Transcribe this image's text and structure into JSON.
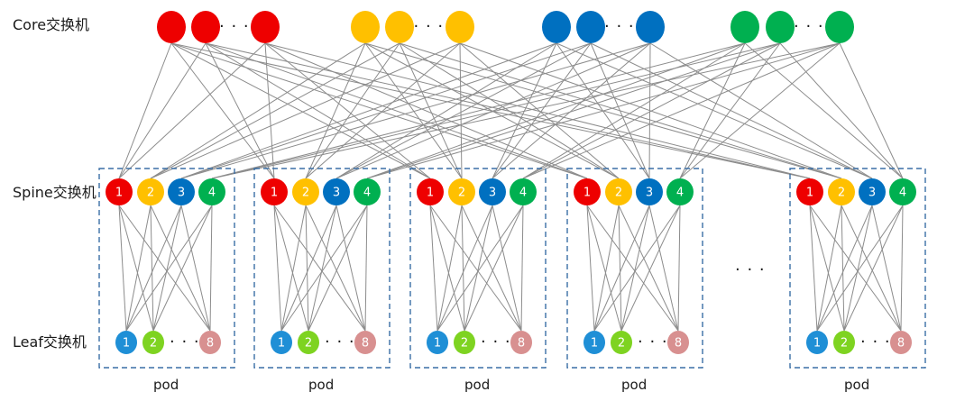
{
  "labels": {
    "core": "Core交换机",
    "spine": "Spine交换机",
    "leaf": "Leaf交换机"
  },
  "ellipsis": "· · ·",
  "colors": {
    "red": "#ee0000",
    "yellow": "#ffc000",
    "blue": "#0070c0",
    "green": "#00b050",
    "leaf_blue": "#1f8fd6",
    "leaf_green": "#7ed321",
    "leaf_pink": "#d89090",
    "edge": "#8c8c8c",
    "pod_border": "#3a6ea5"
  },
  "core_groups": [
    {
      "color": "red",
      "node_count": 3
    },
    {
      "color": "yellow",
      "node_count": 3
    },
    {
      "color": "blue",
      "node_count": 3
    },
    {
      "color": "green",
      "node_count": 3
    }
  ],
  "spine_nodes": [
    {
      "label": "1",
      "color": "red"
    },
    {
      "label": "2",
      "color": "yellow"
    },
    {
      "label": "3",
      "color": "blue"
    },
    {
      "label": "4",
      "color": "green"
    }
  ],
  "leaf_nodes": [
    {
      "label": "1",
      "color": "leaf_blue"
    },
    {
      "label": "2",
      "color": "leaf_green"
    },
    {
      "label": "8",
      "color": "leaf_pink"
    }
  ],
  "pods": [
    {
      "label": "pod"
    },
    {
      "label": "pod"
    },
    {
      "label": "pod"
    },
    {
      "label": "pod"
    },
    {
      "label": "pod"
    }
  ]
}
